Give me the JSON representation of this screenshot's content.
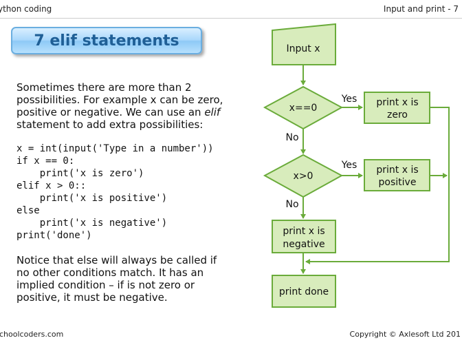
{
  "header": {
    "left": "ython coding",
    "right": "Input and print - 7"
  },
  "title": "7 elif statements",
  "para1": [
    "Sometimes there are more than 2",
    "possibilities. For example x can be zero,",
    "positive or negative. We can use an ",
    "elif",
    "statement to add extra possibilities:"
  ],
  "code": [
    "x = int(input('Type in a number'))",
    "if x == 0:",
    "    print('x is zero')",
    "elif x > 0::",
    "    print('x is positive')",
    "else",
    "    print('x is negative')",
    "print('done')"
  ],
  "para2": [
    "Notice that else will always be called if",
    "no other conditions match. It has an",
    "implied condition – if  is not zero or",
    "positive, it must be negative."
  ],
  "flowchart": {
    "input": "Input x",
    "decision1": "x==0",
    "decision2": "x>0",
    "yes1": "Yes",
    "yes2": "Yes",
    "no1": "No",
    "no2": "No",
    "zero_box": [
      "print x is",
      "zero"
    ],
    "positive_box": [
      "print x is",
      "positive"
    ],
    "negative_box": [
      "print x is",
      "negative"
    ],
    "done_box": "print done",
    "fill": "#d8ecbc",
    "stroke": "#6aab3a"
  },
  "footer": {
    "left": "choolcoders.com",
    "right": "Copyright © Axlesoft Ltd 201"
  }
}
